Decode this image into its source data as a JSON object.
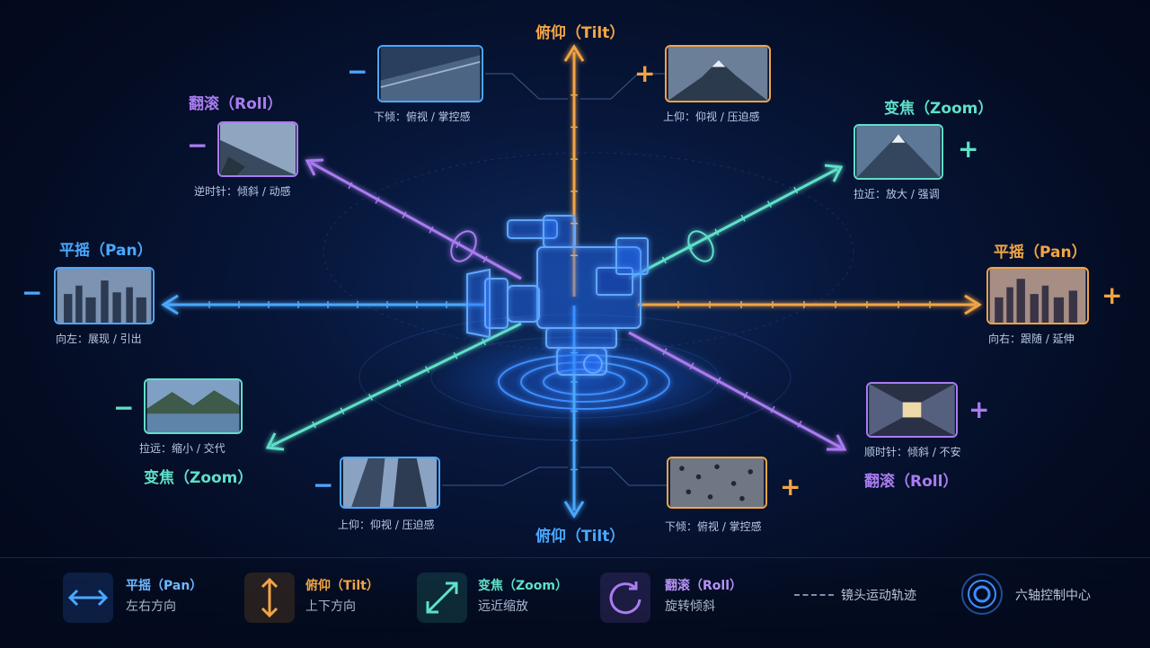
{
  "axes": {
    "tilt_top": {
      "title": "俯仰（Tilt）",
      "color": "#f2a545"
    },
    "tilt_bottom": {
      "title": "俯仰（Tilt）",
      "color": "#4aa8ff"
    },
    "pan_left": {
      "title": "平摇（Pan）",
      "color": "#4aa8ff"
    },
    "pan_right": {
      "title": "平摇（Pan）",
      "color": "#f2a545"
    },
    "zoom_top": {
      "title": "变焦（Zoom）",
      "color": "#5fe0c8"
    },
    "zoom_bottom": {
      "title": "变焦（Zoom）",
      "color": "#5fe0c8"
    },
    "roll_top": {
      "title": "翻滚（Roll）",
      "color": "#a97cf0"
    },
    "roll_bottom": {
      "title": "翻滚（Roll）",
      "color": "#a97cf0"
    }
  },
  "cards": {
    "tilt_top_minus": {
      "sign": "−",
      "caption": "下倾：俯视 / 掌控感",
      "scene": "road-icon"
    },
    "tilt_top_plus": {
      "sign": "+",
      "caption": "上仰：仰视 / 压迫感",
      "scene": "mountain-icon"
    },
    "roll_top_minus": {
      "sign": "−",
      "caption": "逆时针：倾斜 / 动感",
      "scene": "tilted-city-icon"
    },
    "zoom_top_plus": {
      "sign": "+",
      "caption": "拉近：放大 / 强调",
      "scene": "peak-icon"
    },
    "pan_left_minus": {
      "sign": "−",
      "caption": "向左：展现 / 引出",
      "scene": "skyline-icon"
    },
    "pan_right_plus": {
      "sign": "+",
      "caption": "向右：跟随 / 延伸",
      "scene": "skyline-icon"
    },
    "zoom_bottom_minus": {
      "sign": "−",
      "caption": "拉远：缩小 / 交代",
      "scene": "lake-icon"
    },
    "roll_bottom_plus": {
      "sign": "+",
      "caption": "顺时针：倾斜 / 不安",
      "scene": "tunnel-icon"
    },
    "tilt_bottom_minus": {
      "sign": "−",
      "caption": "上仰：仰视 / 压迫感",
      "scene": "towers-icon"
    },
    "tilt_bottom_plus": {
      "sign": "+",
      "caption": "下倾：俯视 / 掌控感",
      "scene": "crowd-icon"
    }
  },
  "legend": {
    "pan": {
      "title": "平摇（Pan）",
      "sub": "左右方向",
      "icon": "horizontal-arrow-icon"
    },
    "tilt": {
      "title": "俯仰（Tilt）",
      "sub": "上下方向",
      "icon": "vertical-arrow-icon"
    },
    "zoom": {
      "title": "变焦（Zoom）",
      "sub": "远近缩放",
      "icon": "diagonal-arrow-icon"
    },
    "roll": {
      "title": "翻滚（Roll）",
      "sub": "旋转倾斜",
      "icon": "rotate-icon"
    },
    "track": {
      "label": "镜头运动轨迹",
      "icon": "dashed-line-icon"
    },
    "center": {
      "label": "六轴控制中心",
      "icon": "ring-icon"
    }
  }
}
